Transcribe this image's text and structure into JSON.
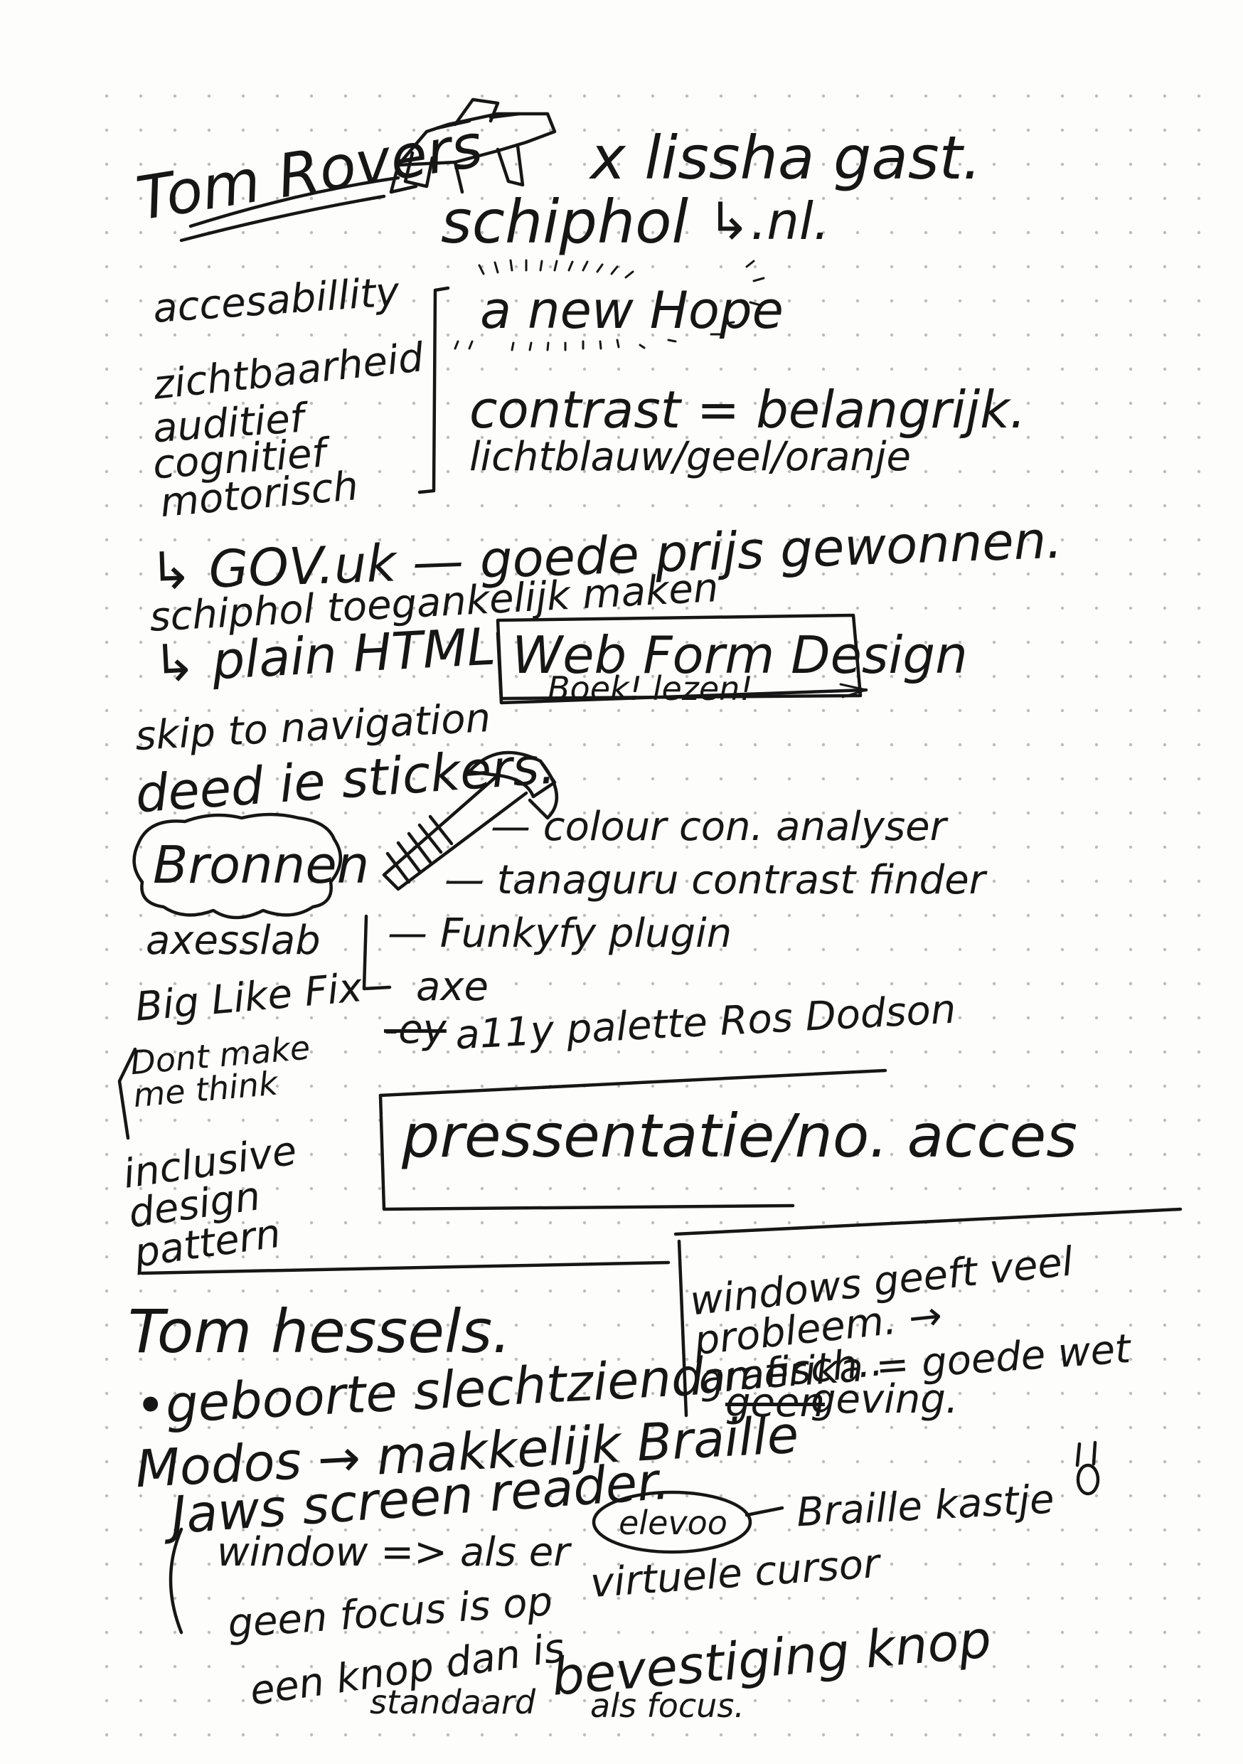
{
  "header": {
    "speaker": "Tom Rovers",
    "with": "x lissha gast.",
    "site": "schiphol",
    "site_sub": "↳.nl."
  },
  "topics": {
    "heading": "accesabillity",
    "items": [
      "zichtbaarheid",
      "auditief",
      "cognitief",
      "motorisch"
    ]
  },
  "hope": "a new Hope",
  "contrast": {
    "line1": "contrast = belangrijk.",
    "line2": "lichtblauw/geel/oranje"
  },
  "gov": {
    "line": "↳ GOV.uk — goede prijs gewonnen.",
    "schiphol": "schiphol toegankelijk maken",
    "plain": "↳ plain HTML",
    "book_title": "Web Form Design",
    "book_sub": "Boek! lezen!"
  },
  "skip": {
    "line1": "skip to navigation",
    "line2": "deed ie stickers."
  },
  "bronnen": {
    "label": "Bronnen",
    "left": [
      "axesslab",
      "Big Like Fix",
      "Dont make me think",
      "inclusive design pattern"
    ],
    "tools": [
      "— colour con. analyser",
      "— tanaguru contrast finder",
      "— Funkyfy plugin",
      "axe",
      "a11y palette Ros Dodson"
    ],
    "tools_struck": "-ey",
    "presentation": "pressentatie/no. acces"
  },
  "hessels": {
    "name": "Tom hessels.",
    "lines": [
      "•geboorte slechtziend",
      "Modos → makkelijk Braille",
      "Jaws screen reader.",
      "window => als er",
      "geen focus is op",
      "een knop dan is",
      "standaard"
    ],
    "bevestiging": "bevestiging knop",
    "bevestiging_sub": "als focus.",
    "elevoo": "elevoo",
    "virtuele": "virtuele cursor",
    "braille_kastje": "Braille kastje",
    "windows_note": "windows geeft veel probleem. → grafisch..",
    "amerika_1": "amerika = goede wet",
    "amerika_2": "geving.",
    "amerika_struck": "geen"
  },
  "colors": {
    "ink": "#161616",
    "paper": "#fdfdfc",
    "grid_dot": "#bcbcbc"
  }
}
